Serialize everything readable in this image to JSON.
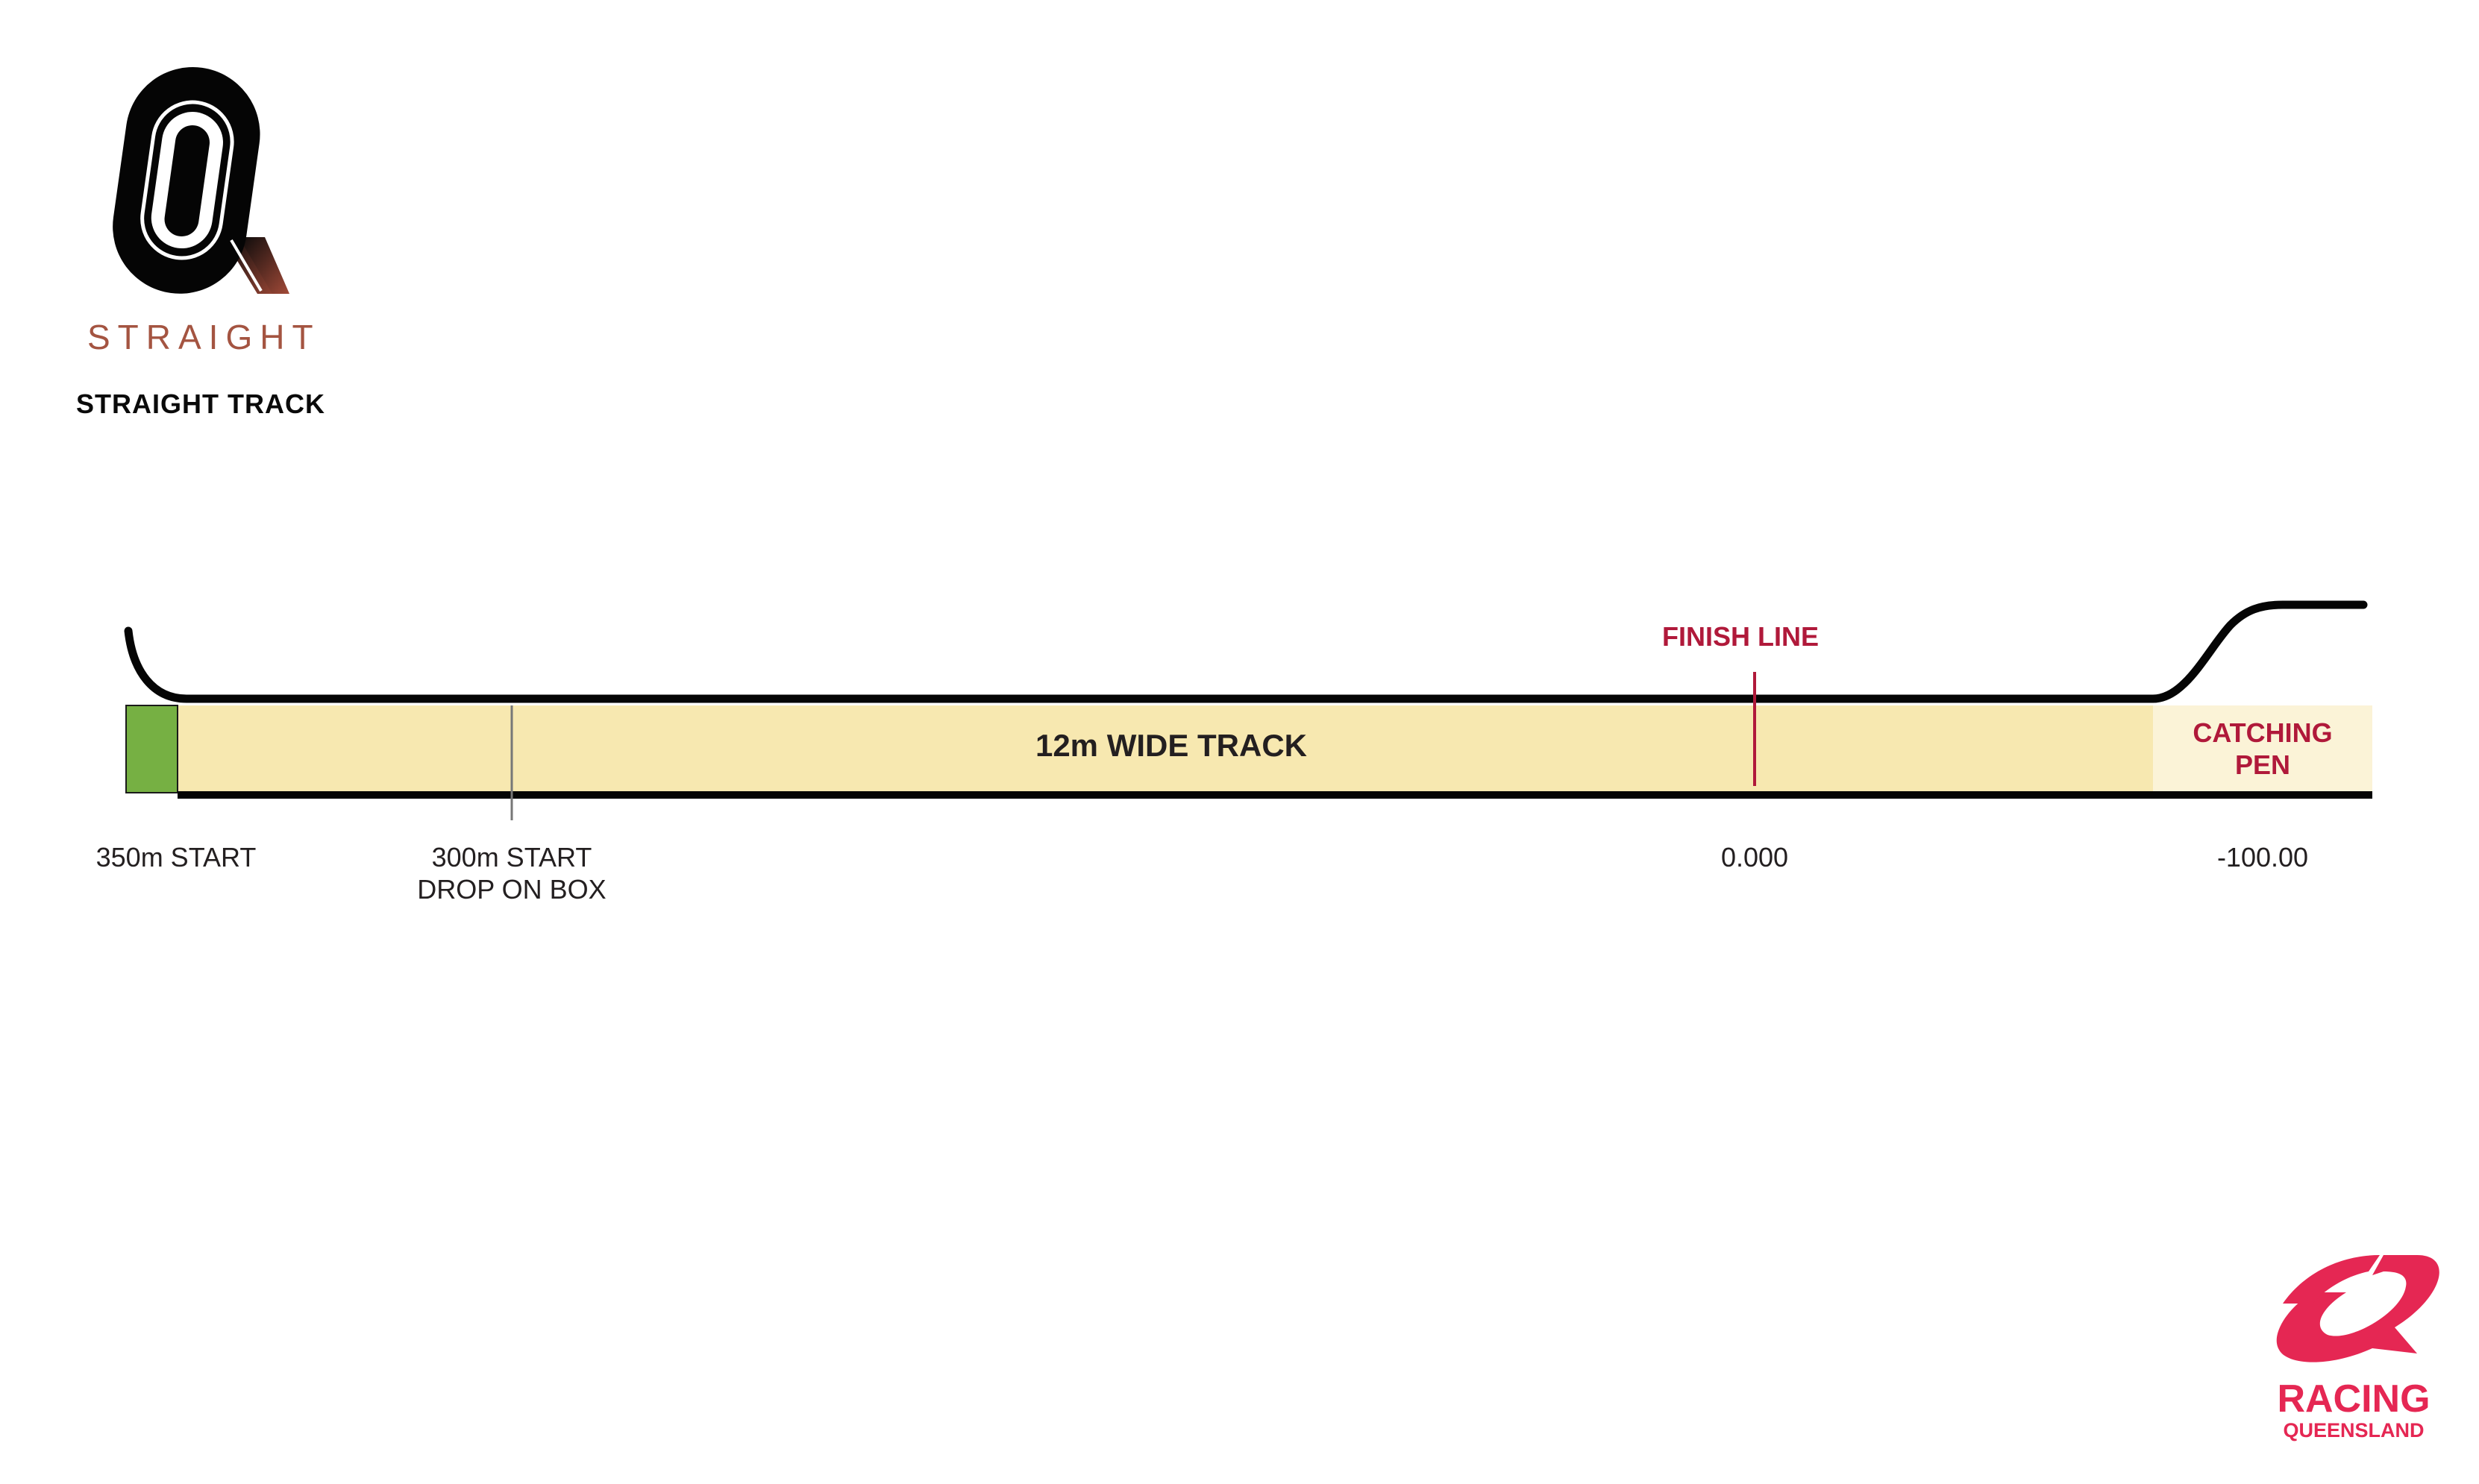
{
  "header": {
    "logo_letter": "Q",
    "track_type": "STRAIGHT",
    "track_title": "STRAIGHT TRACK"
  },
  "track": {
    "width_label": "12m WIDE TRACK",
    "finish_label": "FINISH LINE",
    "catching_pen": [
      "CATCHING",
      "PEN"
    ],
    "markers": {
      "start_350": "350m START",
      "start_300": [
        "300m START",
        "DROP ON BOX"
      ],
      "finish_distance": "0.000",
      "pen_distance": "-100.00"
    },
    "colors": {
      "track_fill": "#f7e8b0",
      "pen_fill": "#fbf3d7",
      "start_box": "#76b043",
      "finish": "#b0193a"
    }
  },
  "footer": {
    "brand_line1": "RACING",
    "brand_line2": "QUEENSLAND"
  }
}
